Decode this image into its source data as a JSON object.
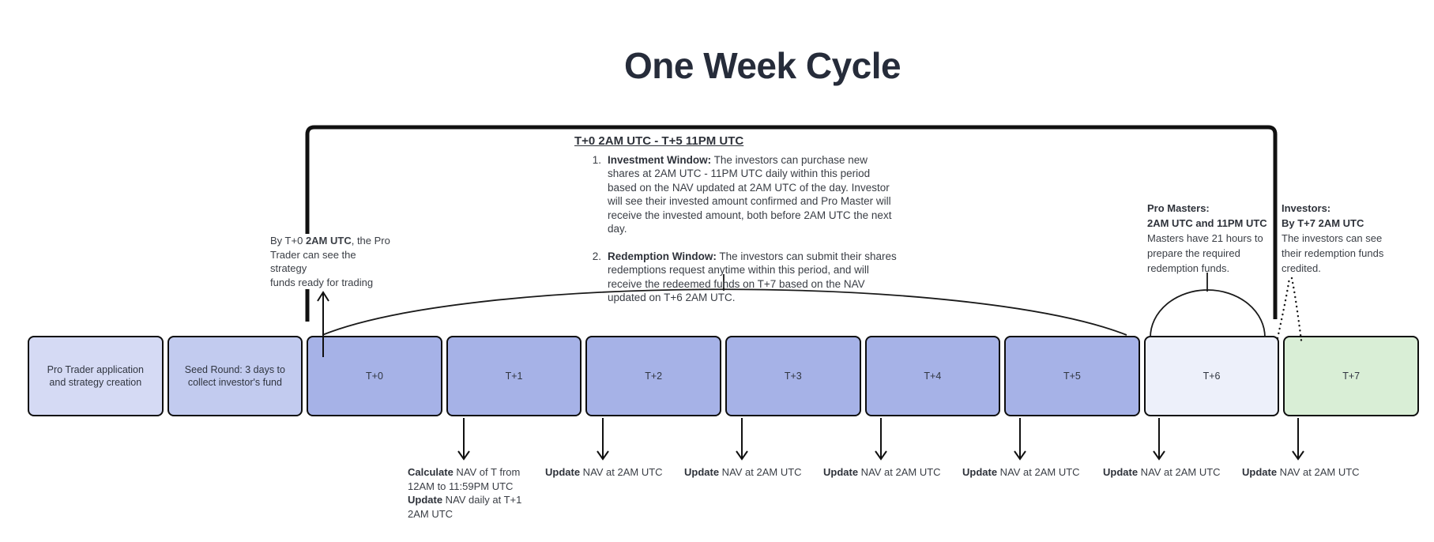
{
  "title": "One Week Cycle",
  "window_note": {
    "heading": "T+0 2AM UTC - T+5 11PM UTC",
    "item1_num": "1.",
    "item1_bold": "Investment Window:",
    "item1_text": " The investors can purchase new shares at 2AM UTC - 11PM UTC daily within this period based on the NAV updated at 2AM UTC of the day. Investor will see their invested amount confirmed and Pro Master will receive the invested amount, both before 2AM UTC the next day.",
    "item2_num": "2.",
    "item2_bold": "Redemption Window:",
    "item2_text": " The investors can submit their shares redemptions request anytime within this period, and will receive the redeemed funds on T+7 based on the NAV updated on T+6 2AM UTC."
  },
  "trader_note": {
    "line1_pre": "By T+0 ",
    "line1_bold": "2AM UTC",
    "line1_post": ", the Pro",
    "line2": "Trader can see the strategy",
    "line3": "funds ready for trading"
  },
  "pro_masters_note": {
    "title": "Pro Masters:",
    "subtitle": "2AM UTC and 11PM UTC",
    "body": "Masters have 21 hours to prepare the required redemption funds."
  },
  "investors_note": {
    "title": "Investors:",
    "subtitle": "By T+7 2AM UTC",
    "body": "The investors can see their redemption funds credited."
  },
  "timeline": {
    "boxes": [
      {
        "label": "Pro Trader application and strategy creation"
      },
      {
        "label": "Seed Round: 3 days  to collect investor's fund"
      },
      {
        "label": "T+0"
      },
      {
        "label": "T+1"
      },
      {
        "label": "T+2"
      },
      {
        "label": "T+3"
      },
      {
        "label": "T+4"
      },
      {
        "label": "T+5"
      },
      {
        "label": "T+6"
      },
      {
        "label": "T+7"
      }
    ]
  },
  "nav_notes": {
    "first_line1_bold": "Calculate",
    "first_line1": " NAV of T from",
    "first_line2": "12AM to 11:59PM UTC",
    "first_line3_bold": "Update",
    "first_line3": " NAV daily at T+1",
    "first_line4": "2AM UTC",
    "update_bold": "Update",
    "update_rest": " NAV at 2AM UTC"
  },
  "colors": {
    "stage1_fill": "#d5daf4",
    "stage2_fill": "#c2cbef",
    "day_fill": "#a6b2e7",
    "t6_fill": "#edf0fa",
    "t7_fill": "#d9eed6",
    "line": "#111111",
    "title_text": "#262c3a"
  }
}
